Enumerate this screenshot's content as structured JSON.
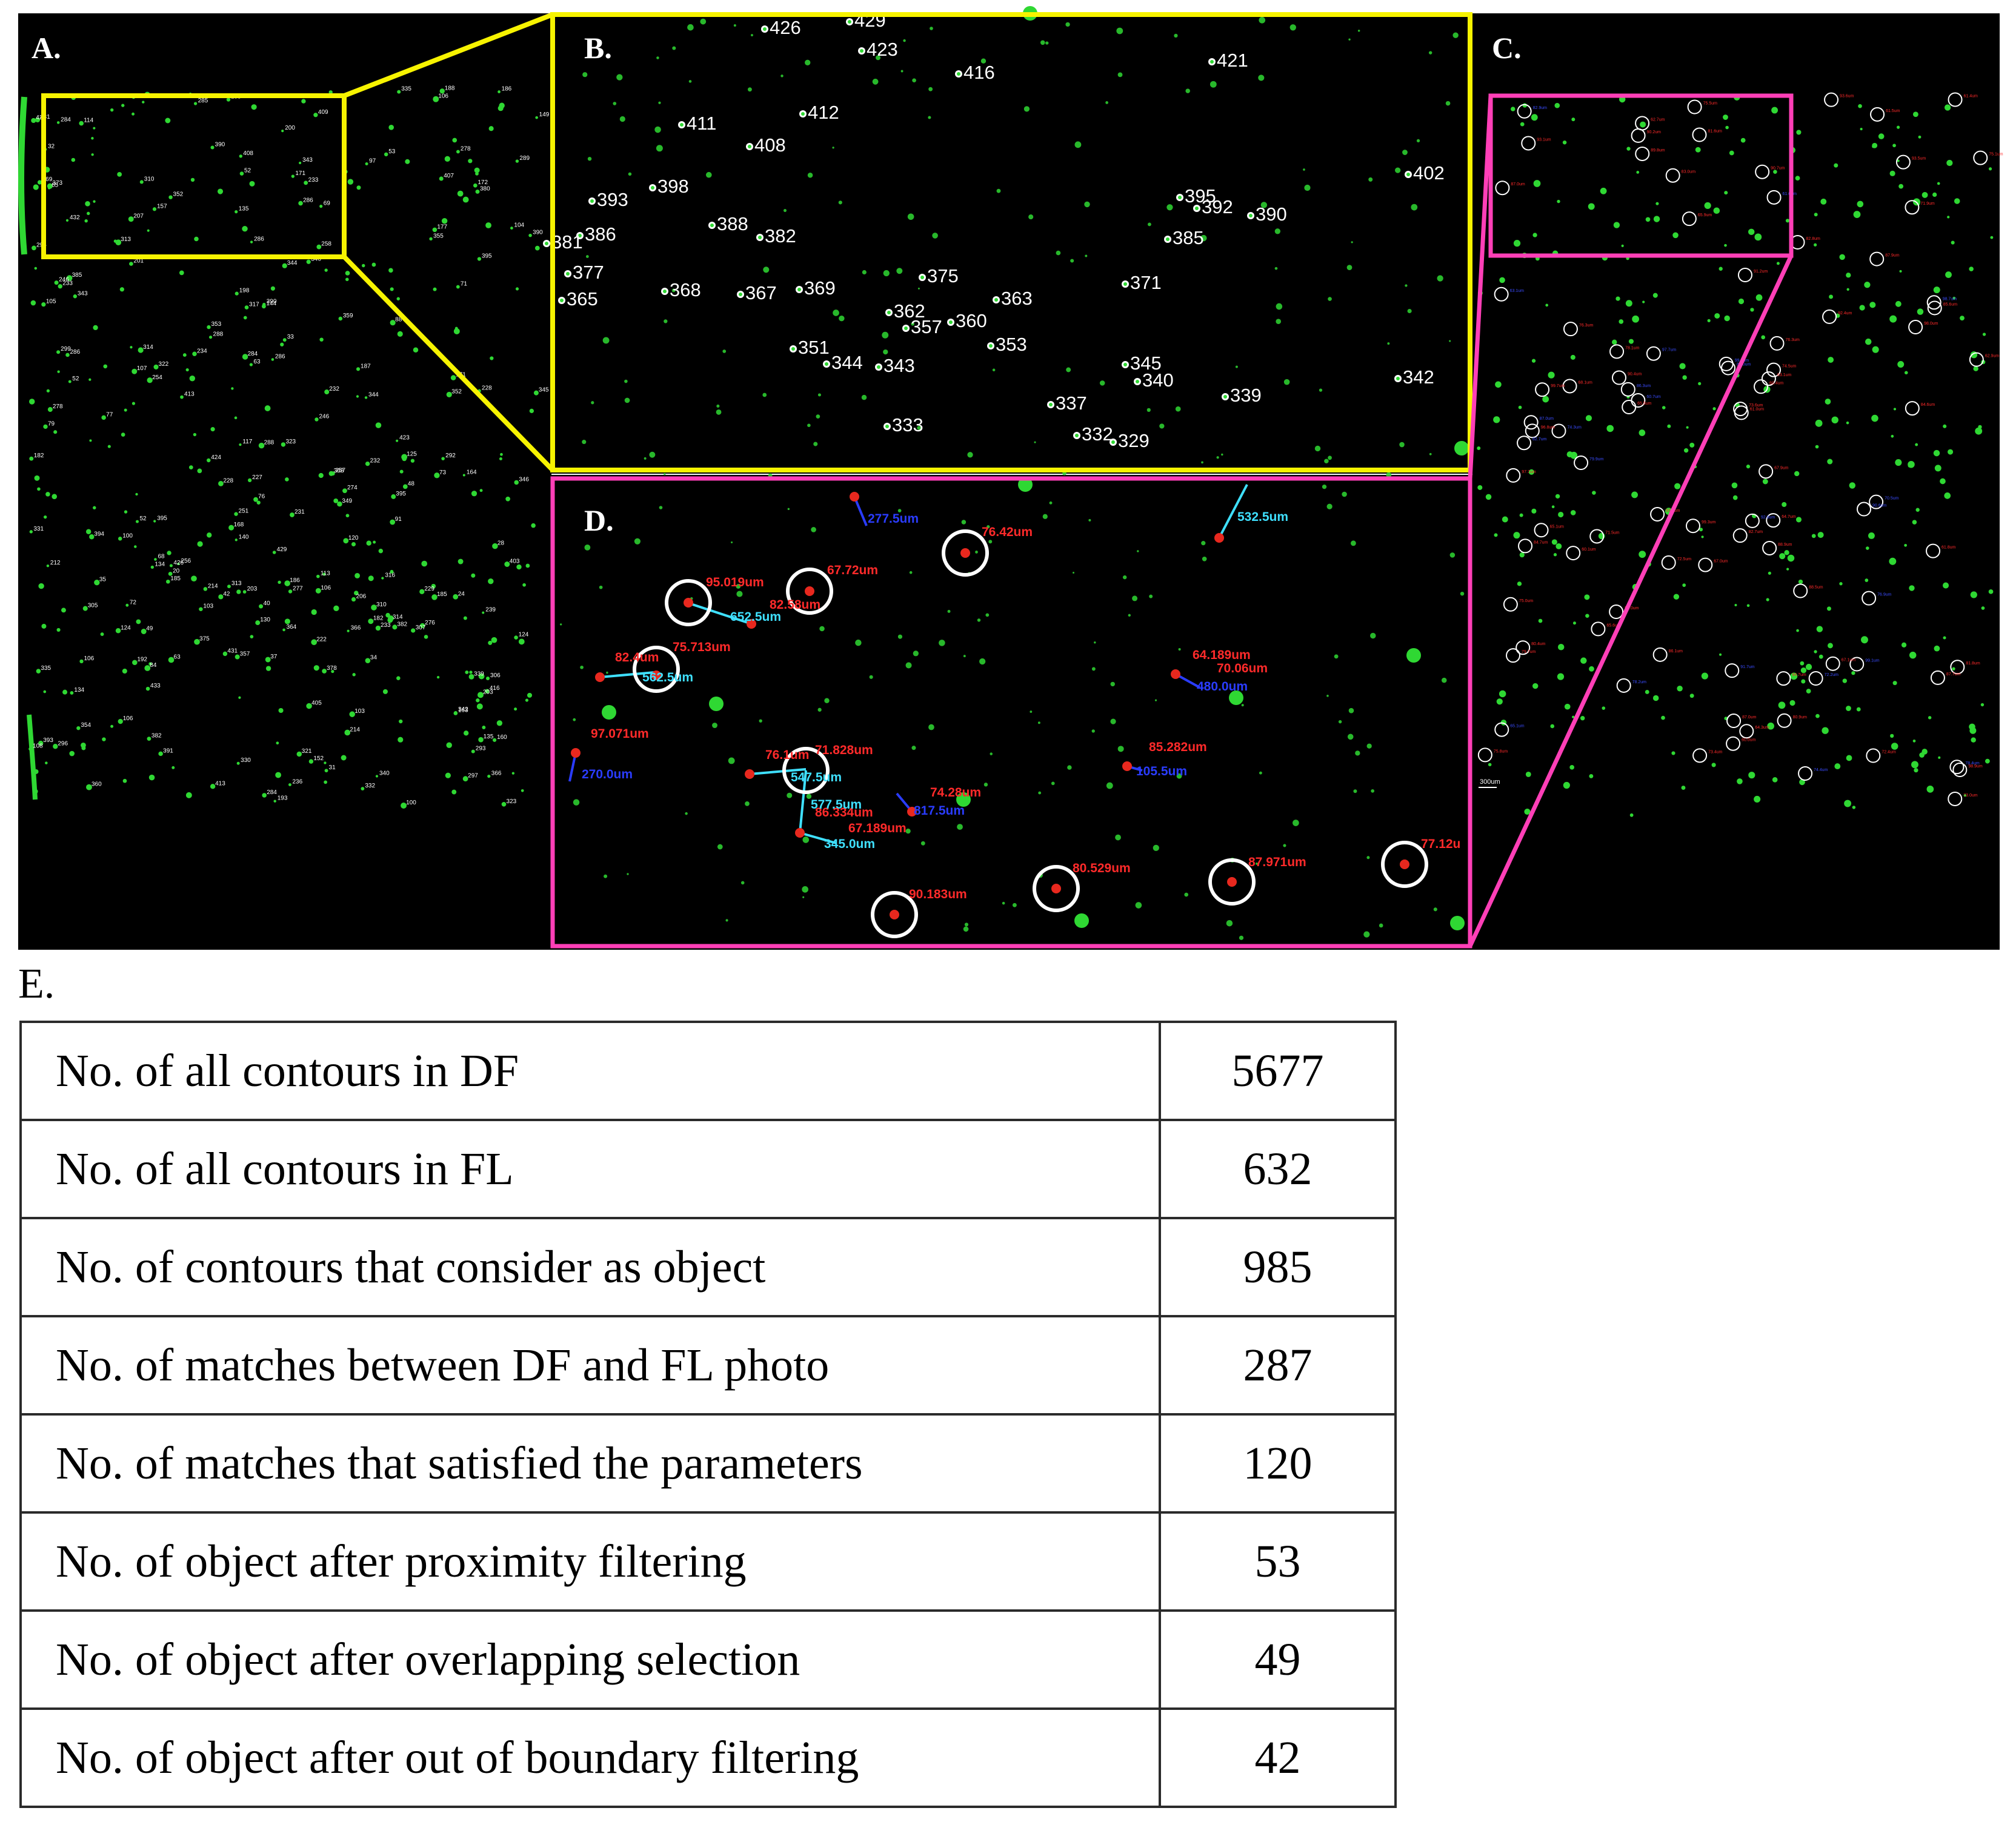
{
  "panels": {
    "a": "A.",
    "b": "B.",
    "c": "C.",
    "d": "D.",
    "e": "E."
  },
  "panel_b_labels": [
    "426",
    "429",
    "423",
    "416",
    "421",
    "411",
    "412",
    "408",
    "393",
    "398",
    "386",
    "388",
    "382",
    "395",
    "392",
    "390",
    "385",
    "402",
    "381",
    "377",
    "365",
    "368",
    "367",
    "369",
    "375",
    "362",
    "357",
    "360",
    "363",
    "371",
    "351",
    "344",
    "343",
    "353",
    "345",
    "340",
    "339",
    "342",
    "337",
    "333",
    "332",
    "329"
  ],
  "panel_d_labels": {
    "red": [
      "76.42um",
      "95.019um",
      "67.72um",
      "82.58um",
      "75.713um",
      "82.4um",
      "97.071um",
      "76.1um",
      "71.828um",
      "74.28um",
      "86.334um",
      "67.189um",
      "64.189um",
      "70.06um",
      "85.282um",
      "90.183um",
      "80.529um",
      "87.971um",
      "77.12u"
    ],
    "cyan": [
      "652.5um",
      "562.5um",
      "532.5um",
      "547.5um",
      "577.5um",
      "345.0um"
    ],
    "blue": [
      "277.5um",
      "270.0um",
      "817.5um",
      "480.0um",
      "105.5um"
    ]
  },
  "scale_bar": "300um",
  "colors": {
    "highlight_yellow": "#f7f300",
    "highlight_magenta": "#ff3fb7",
    "cell_green": "#2fd833",
    "background": "#000000"
  },
  "table": {
    "rows": [
      {
        "label": "No. of all contours in DF",
        "value": "5677"
      },
      {
        "label": "No. of all contours in FL",
        "value": "632"
      },
      {
        "label": "No. of contours that consider as object",
        "value": "985"
      },
      {
        "label": "No. of matches between DF and FL photo",
        "value": "287"
      },
      {
        "label": "No. of matches that satisfied the parameters",
        "value": "120"
      },
      {
        "label": "No. of object after proximity filtering",
        "value": "53"
      },
      {
        "label": "No. of object after overlapping selection",
        "value": "49"
      },
      {
        "label": "No. of object after out of boundary filtering",
        "value": "42"
      }
    ]
  }
}
